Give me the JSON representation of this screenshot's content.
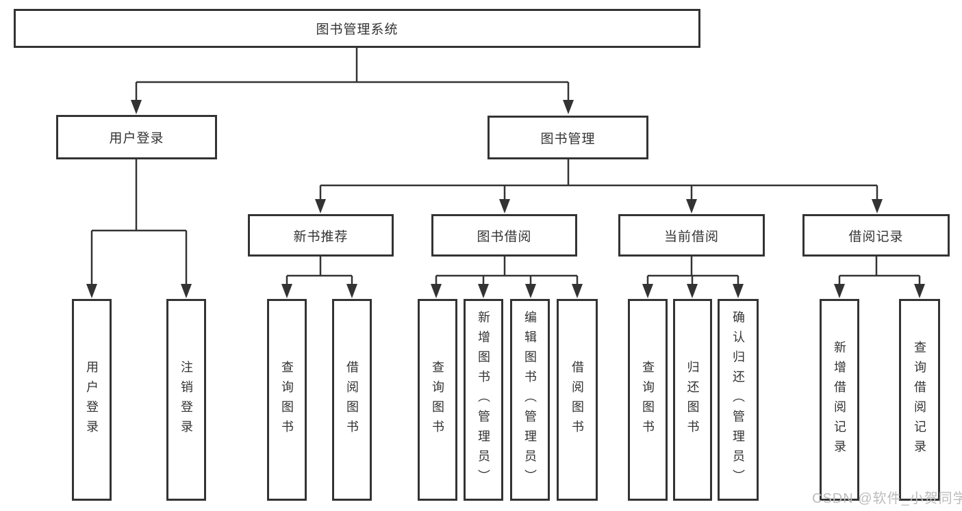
{
  "diagram": {
    "title": "图书管理系统",
    "root": {
      "label": "图书管理系统"
    },
    "branches": [
      {
        "label": "用户登录",
        "children": [
          {
            "label": "用户登录"
          },
          {
            "label": "注销登录"
          }
        ]
      },
      {
        "label": "图书管理",
        "children": [
          {
            "label": "新书推荐",
            "children": [
              {
                "label": "查询图书"
              },
              {
                "label": "借阅图书"
              }
            ]
          },
          {
            "label": "图书借阅",
            "children": [
              {
                "label": "查询图书"
              },
              {
                "label": "新增图书（管理员）"
              },
              {
                "label": "编辑图书（管理员）"
              },
              {
                "label": "借阅图书"
              }
            ]
          },
          {
            "label": "当前借阅",
            "children": [
              {
                "label": "查询图书"
              },
              {
                "label": "归还图书"
              },
              {
                "label": "确认归还（管理员）"
              }
            ]
          },
          {
            "label": "借阅记录",
            "children": [
              {
                "label": "新增借阅记录"
              },
              {
                "label": "查询借阅记录"
              }
            ]
          }
        ]
      }
    ],
    "watermark": "CSDN @软件_小贺同学",
    "colors": {
      "line": "#333333",
      "box_border": "#333333",
      "text": "#333333",
      "watermark": "#bcbcbc",
      "background": "#ffffff"
    }
  }
}
